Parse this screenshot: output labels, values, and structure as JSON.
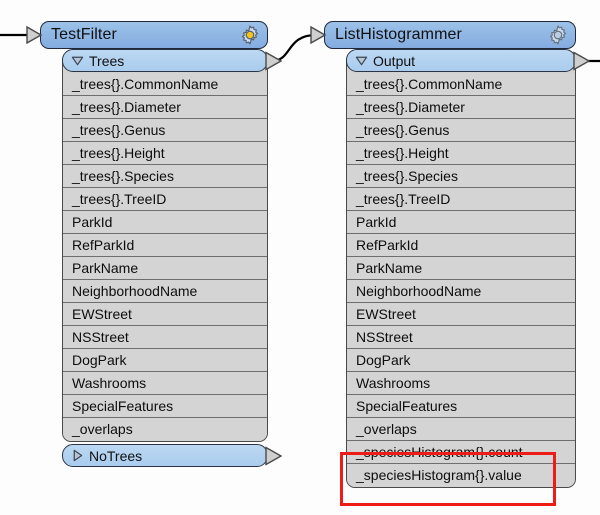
{
  "canvas": {
    "background": "#fdfdfd",
    "wire_color": "#000000",
    "node_header_color": "#8ab4e0",
    "port_row_color": "#b4d2ef",
    "field_row_color": "#d4d4d4",
    "highlight_color": "#ee1c16"
  },
  "nodes": [
    {
      "id": "test-filter",
      "title": "TestFilter",
      "gear_icon": "gear-icon",
      "gear_active": true,
      "gear_center_color": "#f5c518",
      "has_input_arrow": true,
      "ports": [
        {
          "id": "trees",
          "label": "Trees",
          "disclosure_icon": "triangle-down-icon",
          "expanded": true,
          "has_output_arrow": true,
          "fields": [
            "_trees{}.CommonName",
            "_trees{}.Diameter",
            "_trees{}.Genus",
            "_trees{}.Height",
            "_trees{}.Species",
            "_trees{}.TreeID",
            "ParkId",
            "RefParkId",
            "ParkName",
            "NeighborhoodName",
            "EWStreet",
            "NSStreet",
            "DogPark",
            "Washrooms",
            "SpecialFeatures",
            "_overlaps"
          ]
        },
        {
          "id": "notrees",
          "label": "NoTrees",
          "disclosure_icon": "triangle-right-icon",
          "expanded": false,
          "has_output_arrow": true,
          "fields": []
        }
      ]
    },
    {
      "id": "list-histogrammer",
      "title": "ListHistogrammer",
      "gear_icon": "gear-icon",
      "gear_active": false,
      "gear_center_color": "#b9cde4",
      "has_input_arrow": true,
      "ports": [
        {
          "id": "output",
          "label": "Output",
          "disclosure_icon": "triangle-down-icon",
          "expanded": true,
          "has_output_arrow": true,
          "fields": [
            "_trees{}.CommonName",
            "_trees{}.Diameter",
            "_trees{}.Genus",
            "_trees{}.Height",
            "_trees{}.Species",
            "_trees{}.TreeID",
            "ParkId",
            "RefParkId",
            "ParkName",
            "NeighborhoodName",
            "EWStreet",
            "NSStreet",
            "DogPark",
            "Washrooms",
            "SpecialFeatures",
            "_overlaps",
            "_speciesHistogram{}.count",
            "_speciesHistogram{}.value"
          ]
        }
      ]
    }
  ],
  "highlight": {
    "label": "species-histogram-fields-highlight",
    "fields": [
      "_speciesHistogram{}.count",
      "_speciesHistogram{}.value"
    ]
  }
}
